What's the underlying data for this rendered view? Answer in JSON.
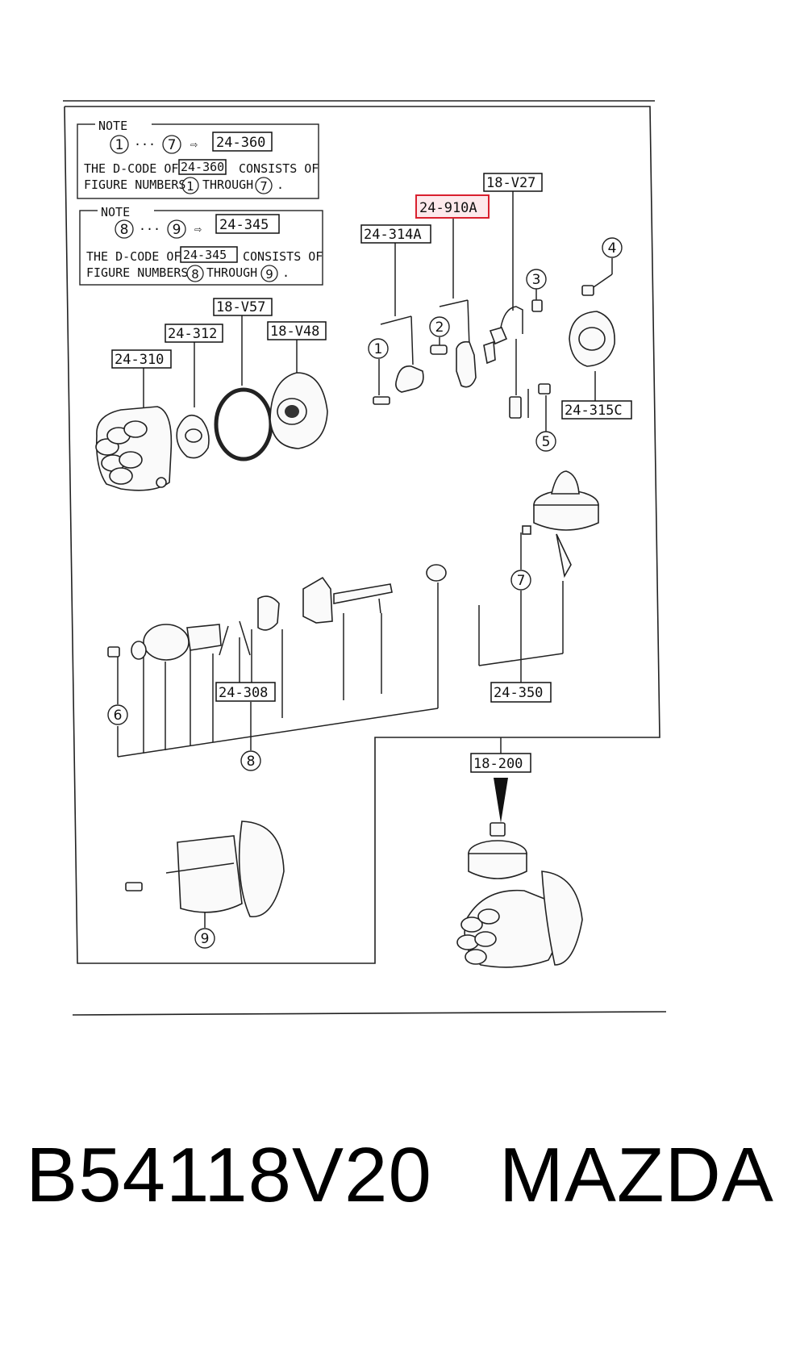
{
  "notes": [
    {
      "heading": "NOTE",
      "range_start": "1",
      "range_dots": "···",
      "range_end": "7",
      "arrow": "⇨",
      "code": "24-360",
      "line1_pre": "THE D-CODE OF",
      "line1_code": "24-360",
      "line1_post": "CONSISTS OF",
      "line2_pre": "FIGURE NUMBERS",
      "line2_num1": "1",
      "line2_mid": "THROUGH",
      "line2_num2": "7",
      "line2_end": "."
    },
    {
      "heading": "NOTE",
      "range_start": "8",
      "range_dots": "···",
      "range_end": "9",
      "arrow": "⇨",
      "code": "24-345",
      "line1_pre": "THE D-CODE OF",
      "line1_code": "24-345",
      "line1_post": "CONSISTS OF",
      "line2_pre": "FIGURE NUMBERS",
      "line2_num1": "8",
      "line2_mid": "THROUGH",
      "line2_num2": "9",
      "line2_end": "."
    }
  ],
  "part_labels": {
    "p18_v27": "18-V27",
    "p24_910a": "24-910A",
    "p24_314a": "24-314A",
    "p18_v57": "18-V57",
    "p24_312": "24-312",
    "p18_v48": "18-V48",
    "p24_310": "24-310",
    "p24_315c": "24-315C",
    "p24_308": "24-308",
    "p24_350": "24-350",
    "p18_200": "18-200"
  },
  "figure_numbers": [
    "1",
    "2",
    "3",
    "4",
    "5",
    "6",
    "7",
    "8",
    "9"
  ],
  "highlight_color": "#d9202e",
  "caption": {
    "part_number": "B54118V20",
    "brand": "MAZDA"
  }
}
